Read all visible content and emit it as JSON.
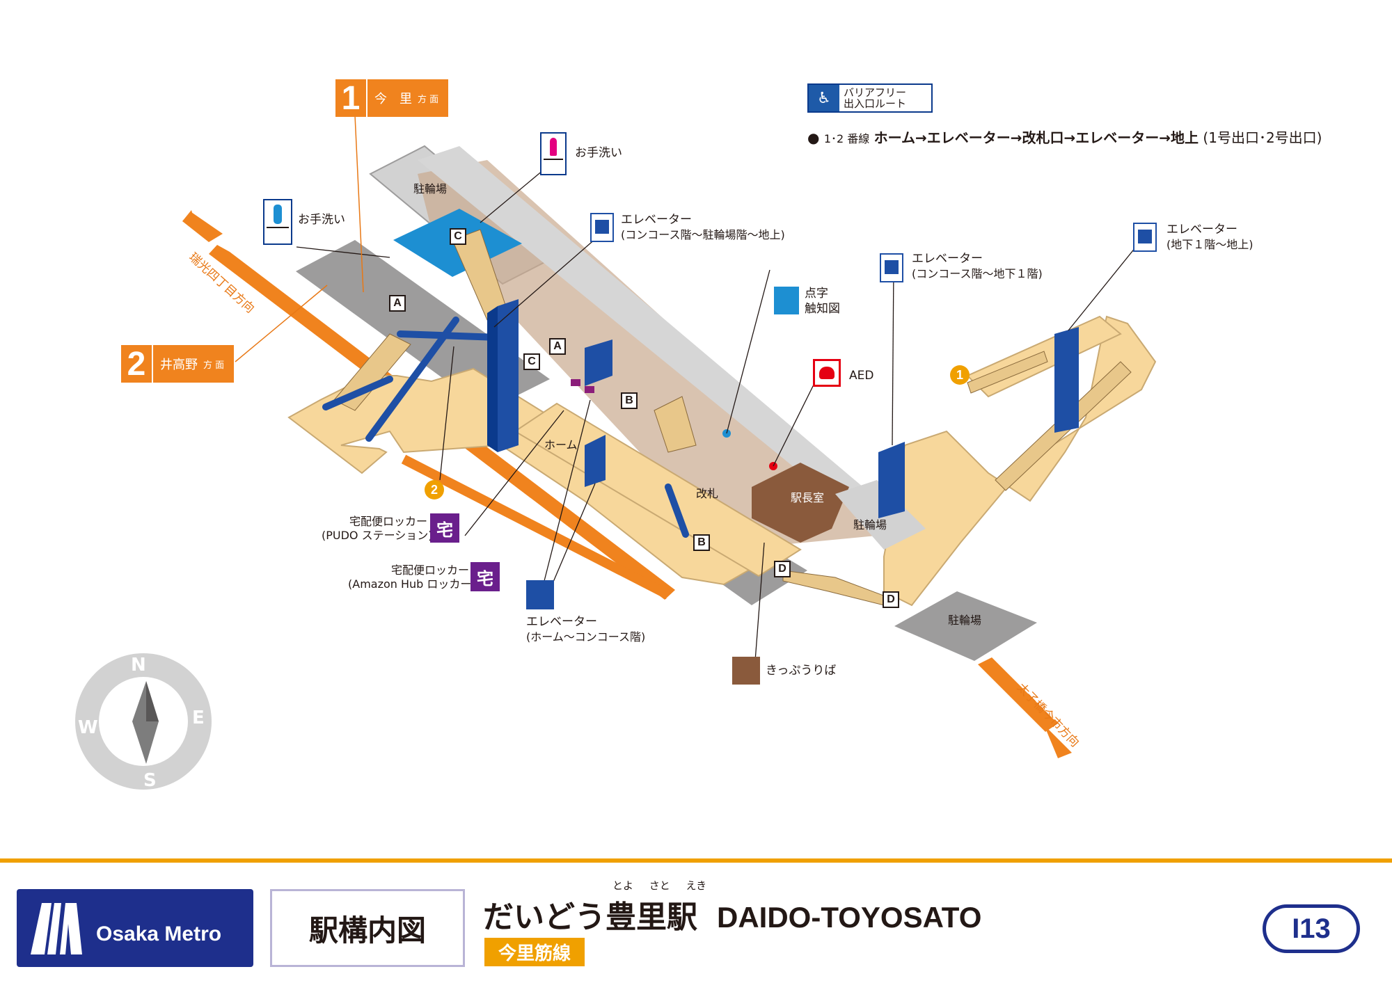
{
  "legend": {
    "barrier_free_title": "バリアフリー\n出入口ルート",
    "barrier_free_line1": "バリアフリー",
    "barrier_free_line2": "出入口ルート",
    "route_bullet": "●",
    "route_prefix": "1･2 番線",
    "route_main": "ホーム→エレベーター→改札口→エレベーター→地上",
    "route_suffix": "(1号出口･2号出口)"
  },
  "directions": {
    "d1": {
      "num": "1",
      "name": "今　里",
      "suffix": "方 面"
    },
    "d2": {
      "num": "2",
      "name": "井高野",
      "suffix": "方 面"
    },
    "west_track": "瑞光四丁目方向",
    "east_track": "太子橋今市方向"
  },
  "facilities": {
    "toilet_f": "お手洗い",
    "toilet_m": "お手洗い",
    "elevator1_title": "エレベーター",
    "elevator1_sub": "(コンコース階～駐輪場階～地上)",
    "elevator2_title": "エレベーター",
    "elevator2_sub": "(コンコース階～地下１階)",
    "elevator3_title": "エレベーター",
    "elevator3_sub": "(地下１階～地上)",
    "elevator4_title": "エレベーター",
    "elevator4_sub": "(ホーム～コンコース階)",
    "braille_line1": "点字",
    "braille_line2": "触知図",
    "aed": "AED",
    "locker1_title": "宅配便ロッカー",
    "locker1_sub": "(PUDO ステーション)",
    "locker2_title": "宅配便ロッカー",
    "locker2_sub": "(Amazon Hub ロッカー)",
    "locker_glyph": "宅",
    "ticket": "きっぷうりば"
  },
  "areas": {
    "bike1": "駐輪場",
    "bike2": "駐輪場",
    "bike3": "駐輪場",
    "home": "ホーム",
    "gate": "改札",
    "office": "駅長室"
  },
  "markers": {
    "A": "A",
    "B": "B",
    "C": "C",
    "D": "D",
    "exit1": "1",
    "exit2": "2"
  },
  "compass": {
    "N": "N",
    "E": "E",
    "S": "S",
    "W": "W"
  },
  "footer": {
    "brand": "Osaka Metro",
    "doc_title": "駅構内図",
    "furigana": "とよ さと えき",
    "station_jp": "だいどう豊里駅",
    "station_en": "DAIDO-TOYOSATO",
    "line": "今里筋線",
    "code": "I13"
  },
  "colors": {
    "track": "#f0831e",
    "concourse": "#f7d79b",
    "platform": "#9d9c9c",
    "bike_parking": "#d2d2d2",
    "elevator": "#1e4fa5",
    "toilet_area": "#1d8fd2",
    "office": "#8a5a3c",
    "paid_area": "#c9a98f",
    "brand_navy": "#1e2f8c",
    "line_color": "#f0a000"
  }
}
